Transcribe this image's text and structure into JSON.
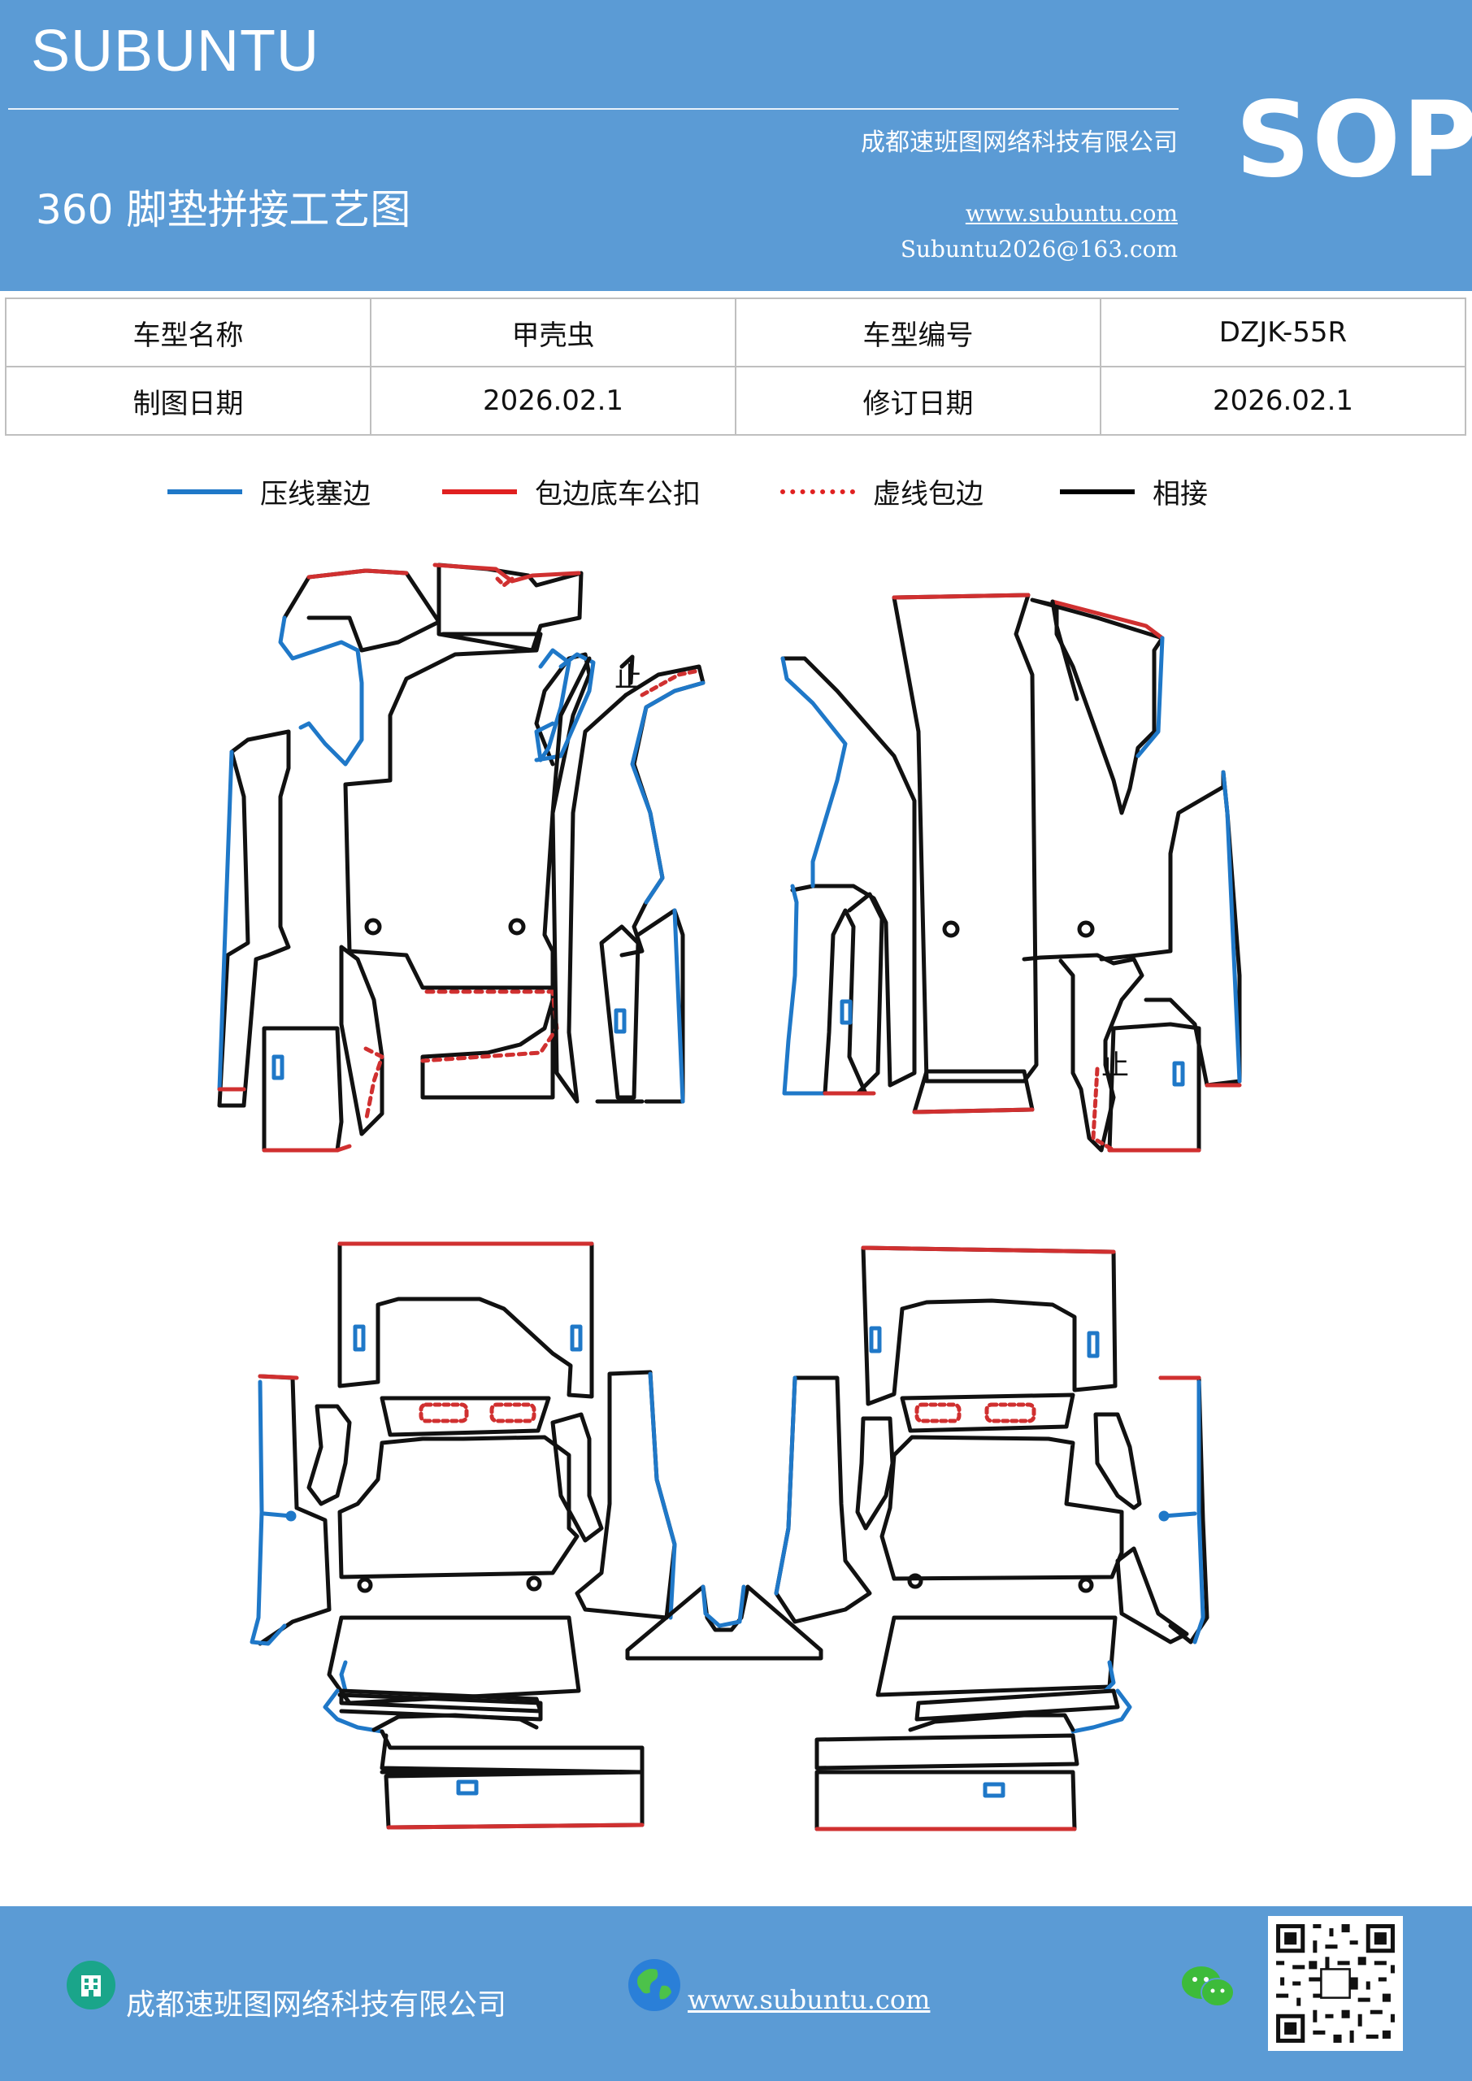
{
  "header": {
    "brand": "SUBUNTU",
    "company": "成都速班图网络科技有限公司",
    "badge": "SOP",
    "title": "360 脚垫拼接工艺图",
    "website": "www.subuntu.com",
    "email": "Subuntu2026@163.com"
  },
  "info": {
    "model_name_label": "车型名称",
    "model_name": "甲壳虫",
    "model_code_label": "车型编号",
    "model_code": "DZJK-55R",
    "draw_date_label": "制图日期",
    "draw_date": "2026.02.1",
    "revise_date_label": "修订日期",
    "revise_date": "2026.02.1"
  },
  "legend": [
    {
      "label": "压线塞边",
      "color": "#1f78c8",
      "style": "solid"
    },
    {
      "label": "包边底车公扣",
      "color": "#e02020",
      "style": "solid"
    },
    {
      "label": "虚线包边",
      "color": "#e02020",
      "style": "dotted"
    },
    {
      "label": "相接",
      "color": "#000000",
      "style": "solid"
    }
  ],
  "diagram": {
    "stop_mark": "止",
    "colors": {
      "press": "#1f78c8",
      "wrap": "#d03030",
      "join": "#111111"
    }
  },
  "footer": {
    "company": "成都速班图网络科技有限公司",
    "website": "www.subuntu.com",
    "icons": [
      "building-icon",
      "globe-icon",
      "wechat-icon",
      "qr-code"
    ]
  }
}
